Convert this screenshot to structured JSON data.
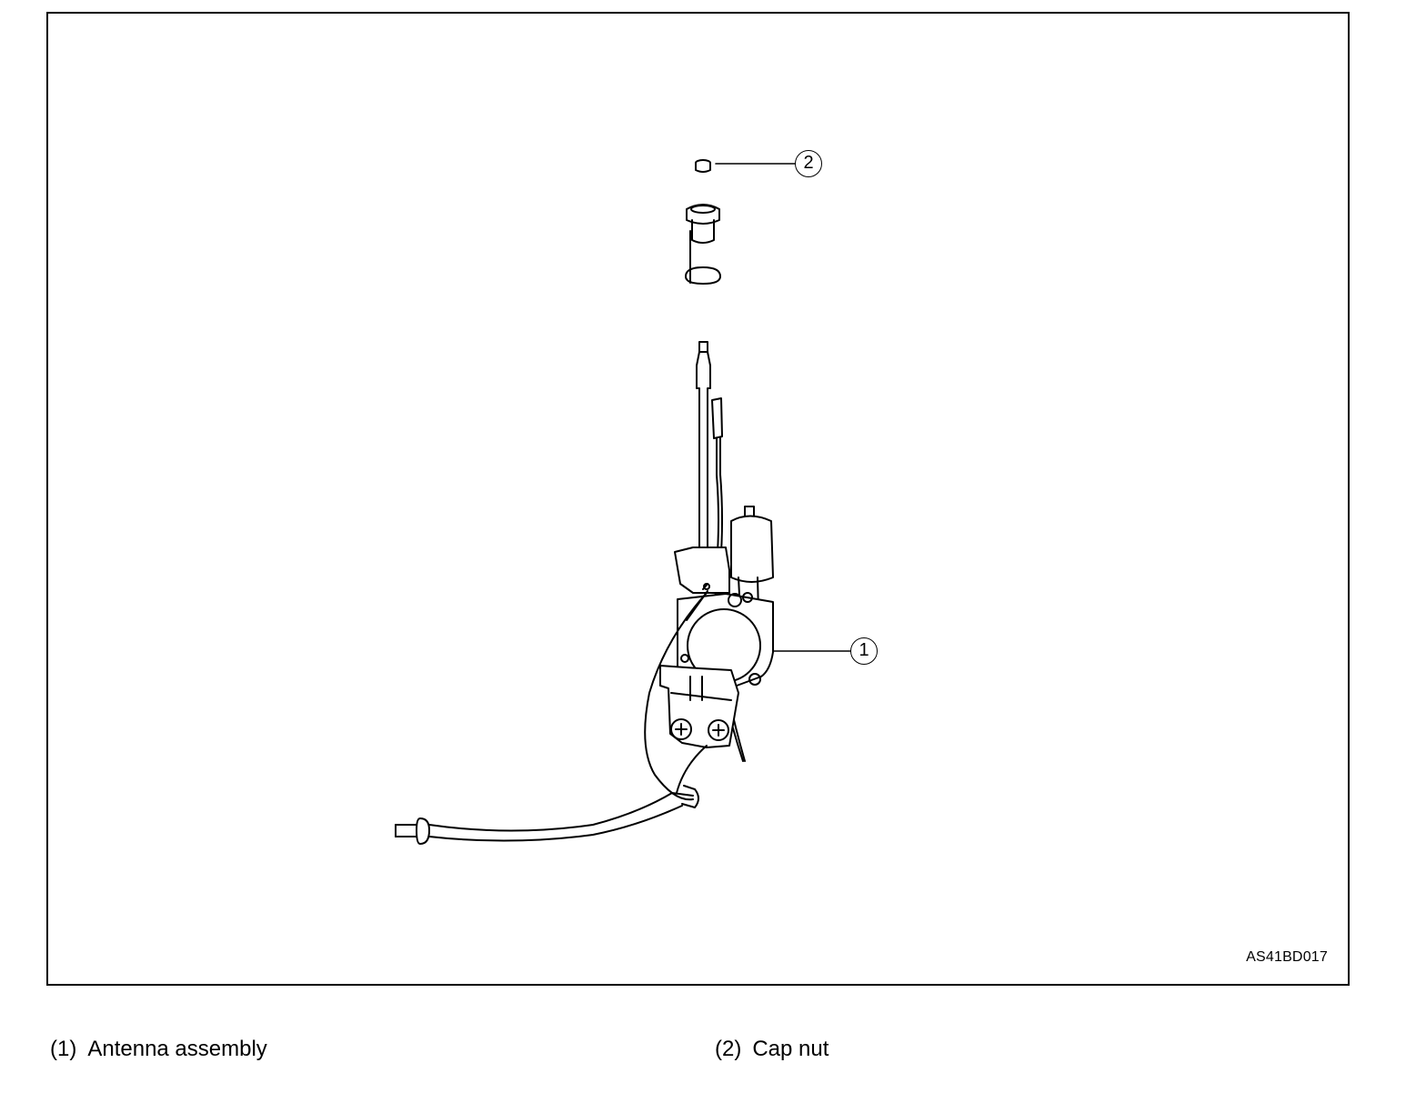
{
  "figure": {
    "code": "AS41BD017",
    "callouts": [
      {
        "number": "1",
        "part": "antenna-assembly"
      },
      {
        "number": "2",
        "part": "cap-nut"
      }
    ]
  },
  "legend": [
    {
      "number": "(1)",
      "label": "Antenna assembly"
    },
    {
      "number": "(2)",
      "label": "Cap nut"
    }
  ],
  "colors": {
    "line": "#000000",
    "background": "#ffffff"
  }
}
